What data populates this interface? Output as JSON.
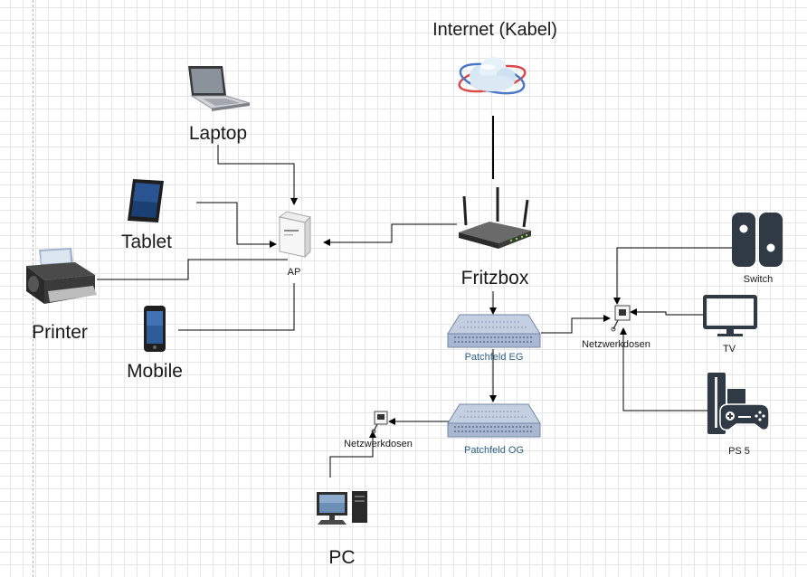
{
  "nodes": {
    "internet": "Internet (Kabel)",
    "laptop": "Laptop",
    "tablet": "Tablet",
    "printer": "Printer",
    "mobile": "Mobile",
    "ap": "AP",
    "fritzbox": "Fritzbox",
    "patch_eg": "Patchfeld EG",
    "patch_og": "Patchfeld OG",
    "socket_right": "Netzwerkdosen",
    "socket_left": "Netzwerkdosen",
    "switch": "Switch",
    "tv": "TV",
    "ps5": "PS 5",
    "pc": "PC"
  },
  "edges": [
    {
      "from": "internet",
      "to": "fritzbox"
    },
    {
      "from": "fritzbox",
      "to": "ap"
    },
    {
      "from": "laptop",
      "to": "ap"
    },
    {
      "from": "tablet",
      "to": "ap"
    },
    {
      "from": "printer",
      "to": "ap"
    },
    {
      "from": "mobile",
      "to": "ap"
    },
    {
      "from": "fritzbox",
      "to": "patch_eg"
    },
    {
      "from": "patch_eg",
      "to": "patch_og"
    },
    {
      "from": "patch_eg",
      "to": "socket_right"
    },
    {
      "from": "switch",
      "to": "socket_right"
    },
    {
      "from": "tv",
      "to": "socket_right"
    },
    {
      "from": "ps5",
      "to": "socket_right"
    },
    {
      "from": "patch_og",
      "to": "socket_left"
    },
    {
      "from": "pc",
      "to": "socket_left"
    }
  ],
  "colors": {
    "patch_panel": "#a9b8d0",
    "patch_label": "#2f5f86",
    "wire": "#000000"
  }
}
